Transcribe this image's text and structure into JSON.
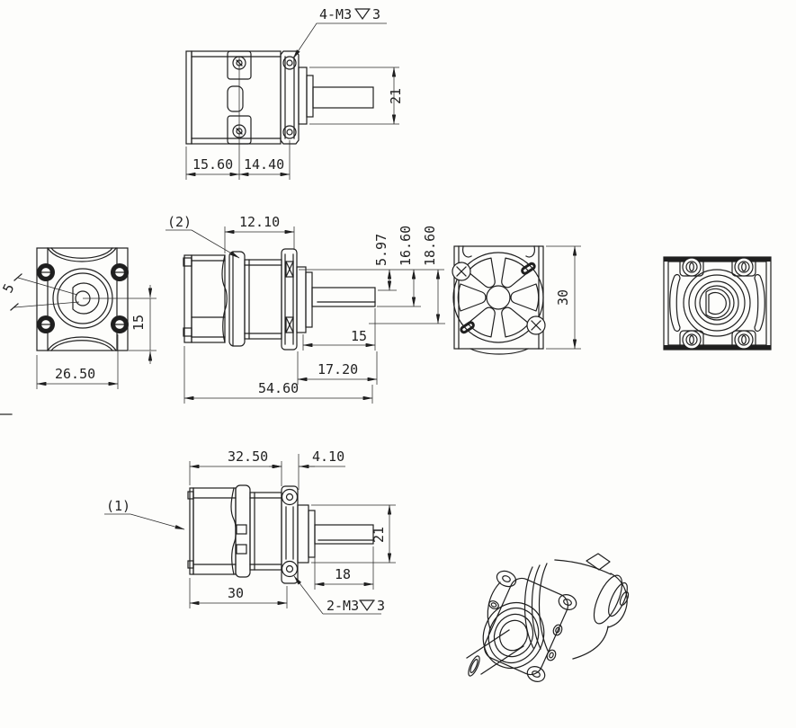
{
  "drawing": {
    "background": "#fdfdfb",
    "line_color": "#1f1f1f",
    "views": {
      "top": {
        "thread_callout": {
          "prefix": "4-M3",
          "depth": "3"
        },
        "dims": {
          "len_left": "15.60",
          "len_right": "14.40",
          "boss_dia": "21"
        }
      },
      "front": {
        "dims": {
          "shaft_dia": "5",
          "half_height": "15",
          "width": "26.50"
        }
      },
      "side": {
        "label": "(2)",
        "dims": {
          "gear_len": "12.10",
          "step_a": "5.97",
          "step_b": "16.60",
          "step_c": "18.60",
          "shaft_len": "15",
          "shaft_total": "17.20",
          "overall": "54.60"
        }
      },
      "rear": {
        "dims": {
          "height": "30"
        }
      },
      "bottom": {
        "label": "(1)",
        "thread_callout": {
          "prefix": "2-M3",
          "depth": "3"
        },
        "dims": {
          "body_len": "32.50",
          "flange_thk": "4.10",
          "boss_dia": "21",
          "shaft_len": "18",
          "mount_len": "30"
        }
      }
    }
  }
}
